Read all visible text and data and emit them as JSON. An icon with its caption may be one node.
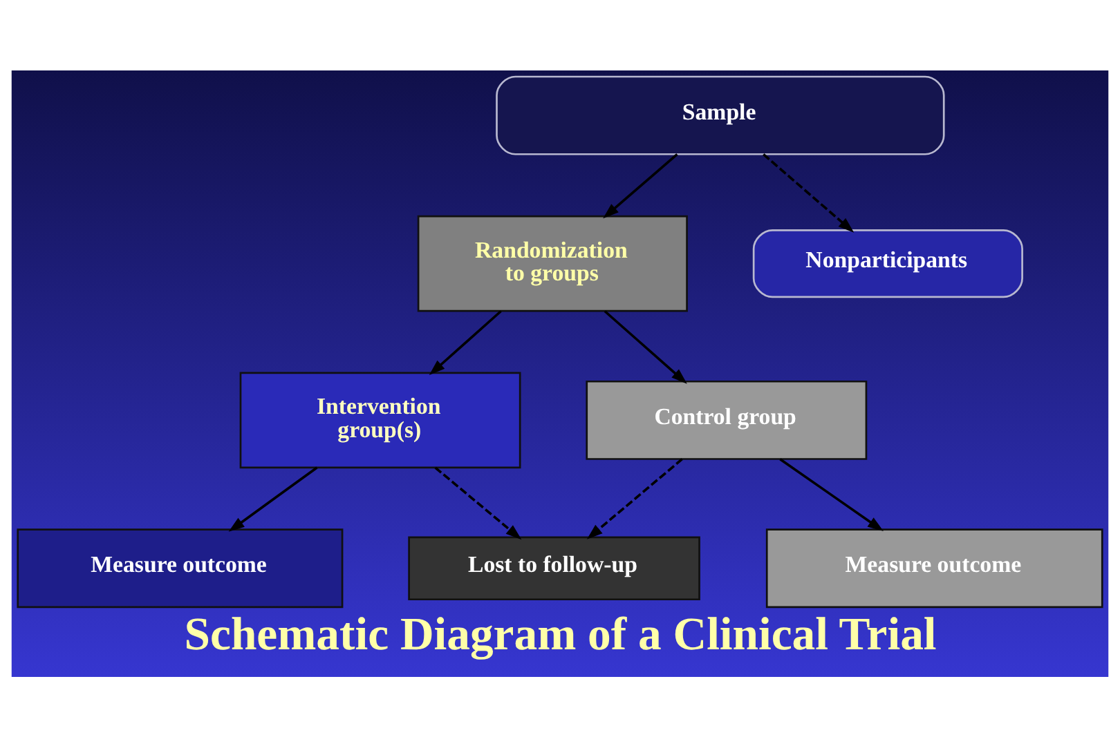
{
  "diagram": {
    "title": "Schematic Diagram of a Clinical Trial",
    "nodes": [
      {
        "text": [
          "Sample"
        ]
      },
      {
        "text": [
          "Nonparticipants"
        ]
      },
      {
        "text": [
          "Randomization to groups"
        ]
      },
      {
        "text": [
          "Intervention group(s)"
        ]
      },
      {
        "text": [
          "Control group"
        ]
      },
      {
        "text": [
          "Lost to follow-up"
        ]
      },
      {
        "text": [
          "Measure outcome"
        ]
      },
      {
        "text": [
          "Measure outcome"
        ]
      }
    ],
    "edges": [
      {
        "from": 0,
        "to": 2,
        "arrow": "to"
      },
      {
        "from": 0,
        "to": 1,
        "arrow": "to",
        "style": "dashed"
      },
      {
        "from": 2,
        "to": 3,
        "arrow": "to"
      },
      {
        "from": 2,
        "to": 4,
        "arrow": "to"
      },
      {
        "from": 3,
        "to": 5,
        "arrow": "to",
        "style": "dashed"
      },
      {
        "from": 4,
        "to": 5,
        "arrow": "to",
        "style": "dashed"
      },
      {
        "from": 3,
        "to": 6,
        "arrow": "to"
      },
      {
        "from": 4,
        "to": 7,
        "arrow": "to"
      }
    ]
  }
}
